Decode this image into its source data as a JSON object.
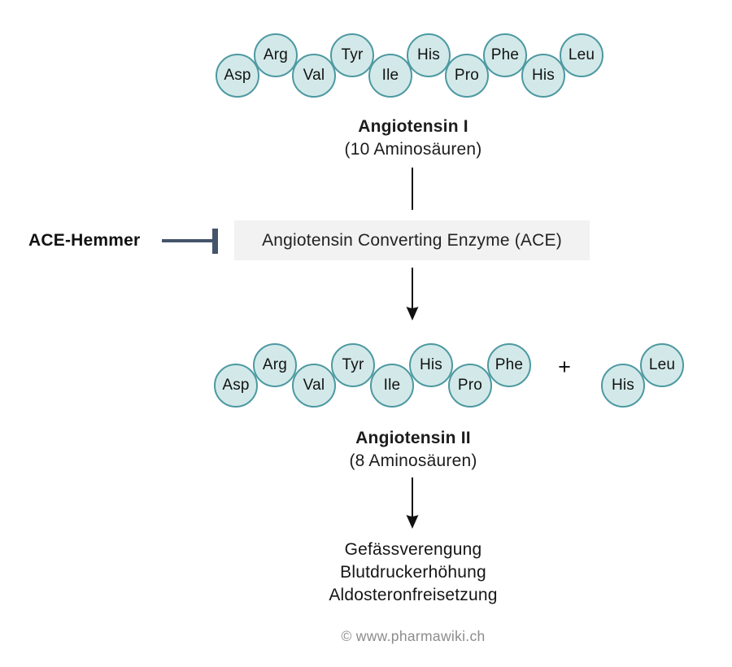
{
  "angiotensin1": {
    "name": "Angiotensin I",
    "subtitle": "(10 Aminosäuren)"
  },
  "chain1": {
    "residues": [
      "Asp",
      "Arg",
      "Val",
      "Tyr",
      "Ile",
      "His",
      "Pro",
      "Phe",
      "His",
      "Leu"
    ]
  },
  "inhibitor": {
    "label": "ACE-Hemmer"
  },
  "enzyme": {
    "label": "Angiotensin Converting Enzyme (ACE)"
  },
  "angiotensin2": {
    "name": "Angiotensin II",
    "subtitle": "(8 Aminosäuren)"
  },
  "chain2": {
    "residues": [
      "Asp",
      "Arg",
      "Val",
      "Tyr",
      "Ile",
      "His",
      "Pro",
      "Phe"
    ]
  },
  "plus_sign": "+",
  "cleaved": {
    "residues": [
      "His",
      "Leu"
    ]
  },
  "effects": {
    "lines": [
      "Gefässverengung",
      "Blutdruckerhöhung",
      "Aldosteronfreisetzung"
    ]
  },
  "copyright": "© www.pharmawiki.ch",
  "colors": {
    "circle_fill": "#d3e9e9",
    "circle_border": "#4d99a1",
    "inhibitor": "#44546a",
    "box_bg": "#f2f2f2",
    "arrow": "#111111",
    "copyright": "#8c8c8c"
  }
}
